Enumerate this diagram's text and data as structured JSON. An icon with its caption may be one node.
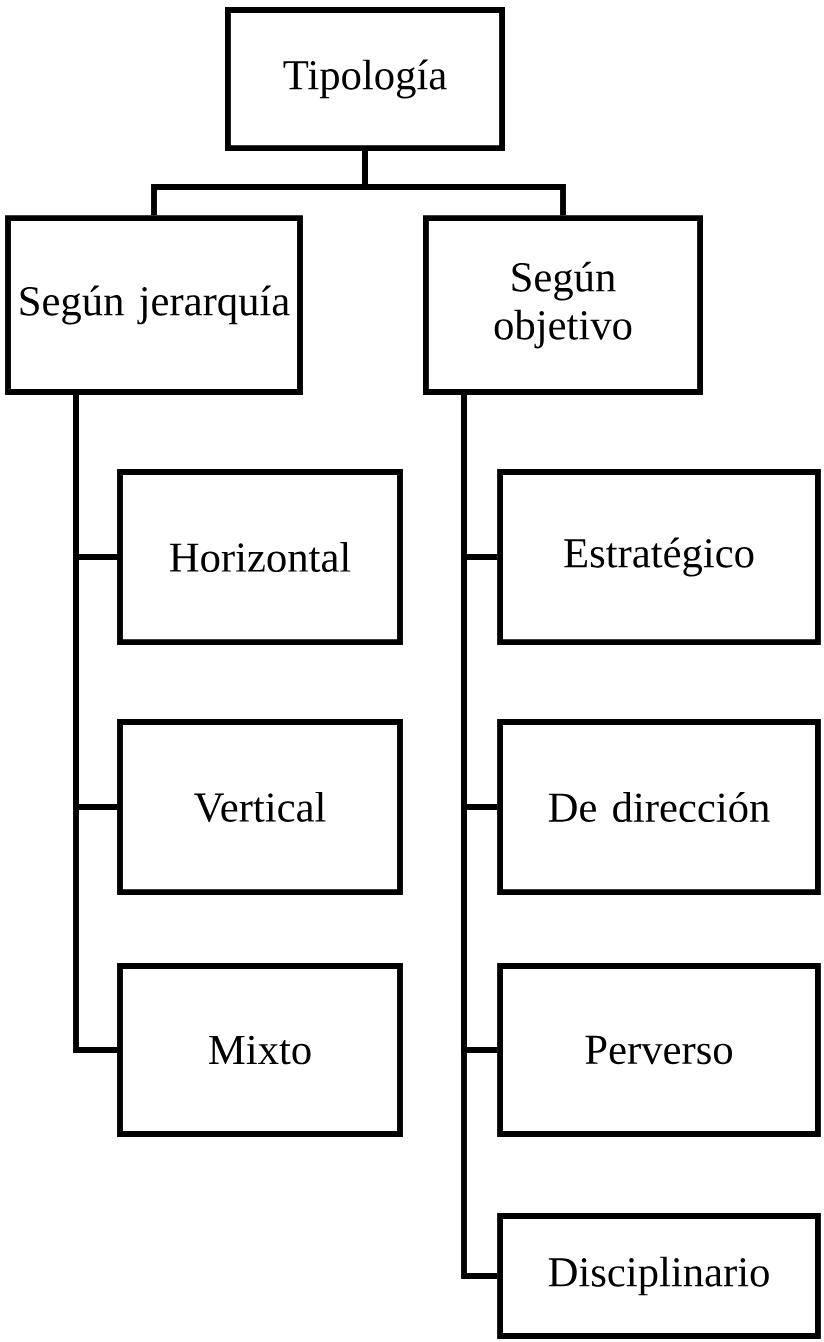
{
  "diagram": {
    "nodes": [
      {
        "text": [
          "Tipología"
        ]
      },
      {
        "text": [
          "Según jerarquía"
        ]
      },
      {
        "text": [
          "Según objetivo"
        ]
      },
      {
        "text": [
          "Horizontal"
        ]
      },
      {
        "text": [
          "Vertical"
        ]
      },
      {
        "text": [
          "Mixto"
        ]
      },
      {
        "text": [
          "Estratégico"
        ]
      },
      {
        "text": [
          "De dirección"
        ]
      },
      {
        "text": [
          "Perverso"
        ]
      },
      {
        "text": [
          "Disciplinario"
        ]
      }
    ],
    "edges": [
      {
        "from": 0,
        "to": 1,
        "arrow": "none"
      },
      {
        "from": 0,
        "to": 2,
        "arrow": "none"
      },
      {
        "from": 1,
        "to": 3,
        "arrow": "none"
      },
      {
        "from": 1,
        "to": 4,
        "arrow": "none"
      },
      {
        "from": 1,
        "to": 5,
        "arrow": "none"
      },
      {
        "from": 2,
        "to": 6,
        "arrow": "none"
      },
      {
        "from": 2,
        "to": 7,
        "arrow": "none"
      },
      {
        "from": 2,
        "to": 8,
        "arrow": "none"
      },
      {
        "from": 2,
        "to": 9,
        "arrow": "none"
      }
    ]
  }
}
